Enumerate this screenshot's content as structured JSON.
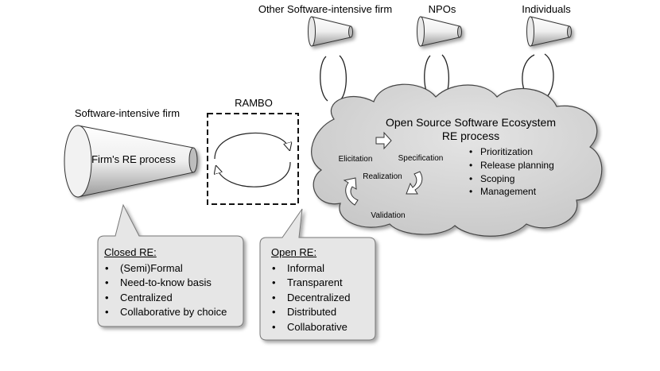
{
  "labels": {
    "other_firm": "Other Software-intensive firm",
    "npos": "NPOs",
    "individuals": "Individuals",
    "software_firm": "Software-intensive firm",
    "firm_re_process": "Firm's RE process",
    "rambo": "RAMBO",
    "ecosystem_title": "Open Source Software Ecosystem",
    "ecosystem_subtitle": "RE process"
  },
  "cycle": {
    "elicitation": "Elicitation",
    "specification": "Specification",
    "realization": "Realization",
    "validation": "Validation"
  },
  "ecosystem_activities": [
    "Prioritization",
    "Release planning",
    "Scoping",
    "Management"
  ],
  "closed_re": {
    "title": "Closed RE:",
    "items": [
      "(Semi)Formal",
      "Need-to-know basis",
      "Centralized",
      "Collaborative by choice"
    ]
  },
  "open_re": {
    "title": "Open RE:",
    "items": [
      "Informal",
      "Transparent",
      "Decentralized",
      "Distributed",
      "Collaborative"
    ]
  },
  "colors": {
    "cloud_fill": "#d4d4d4",
    "callout_fill": "#e6e6e6",
    "stroke": "#2a2a2a"
  }
}
